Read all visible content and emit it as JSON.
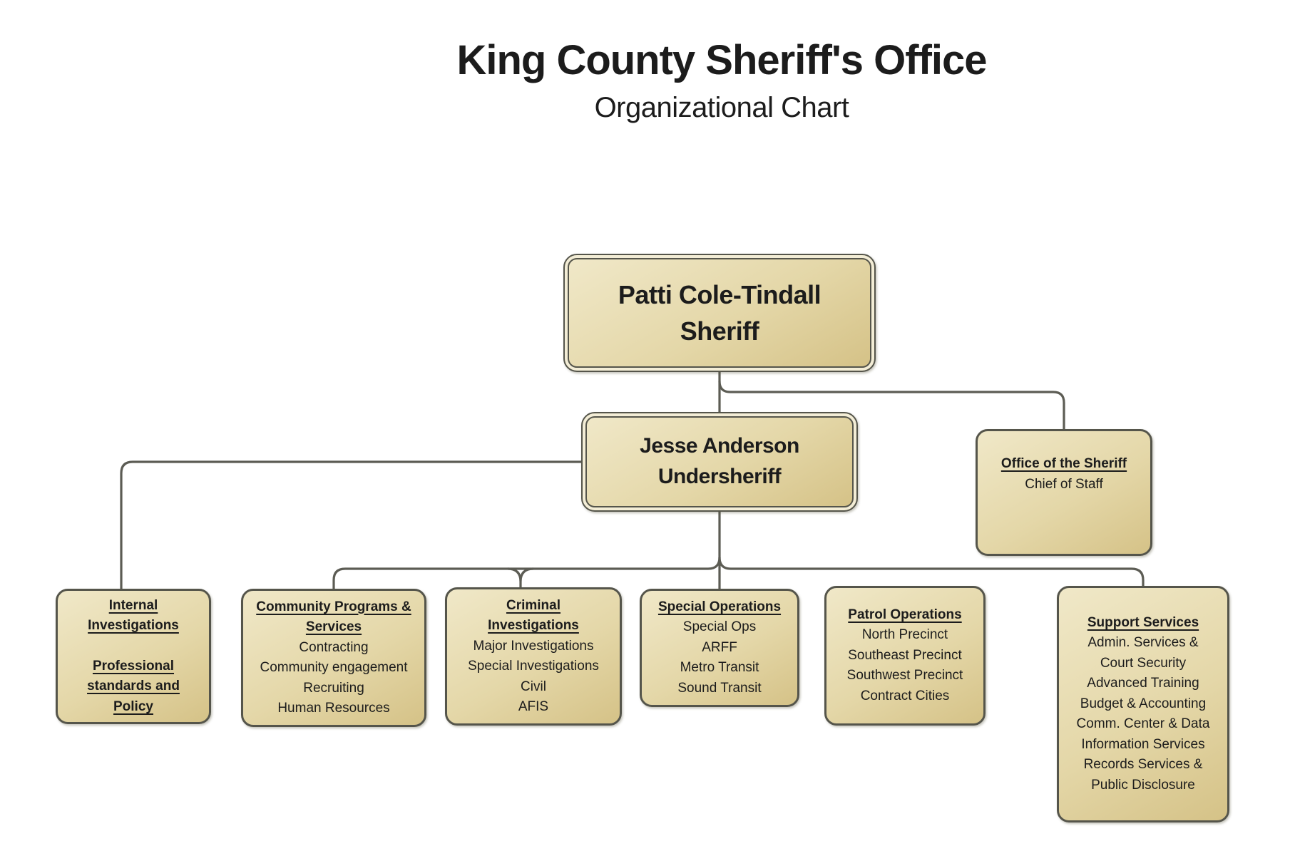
{
  "header": {
    "title": "King County Sheriff's Office",
    "subtitle": "Organizational Chart"
  },
  "colors": {
    "box_fill_light": "#f0e8c8",
    "box_fill_mid": "#e4d7a8",
    "box_fill_dark": "#d5c287",
    "box_border": "#55554b",
    "connector": "#5c5c54",
    "text": "#1c1c1c",
    "background": "#ffffff"
  },
  "nodes": {
    "sheriff": {
      "name": "Patti Cole-Tindall",
      "title": "Sheriff"
    },
    "undersheriff": {
      "name": "Jesse Anderson",
      "title": "Undersheriff"
    },
    "office_of_the_sheriff": {
      "title": "Office of the Sheriff",
      "subtitle": "Chief of Staff"
    },
    "internal_investigations": {
      "title": "Internal Investigations",
      "title2": "Professional standards and Policy"
    },
    "community_programs": {
      "title": "Community Programs & Services",
      "items": [
        "Contracting",
        "Community engagement",
        "Recruiting",
        "Human Resources"
      ]
    },
    "criminal_investigations": {
      "title": "Criminal Investigations",
      "items": [
        "Major Investigations",
        "Special Investigations",
        "Civil",
        "AFIS"
      ]
    },
    "special_operations": {
      "title": "Special Operations",
      "items": [
        "Special Ops",
        "ARFF",
        "Metro Transit",
        "Sound Transit"
      ]
    },
    "patrol_operations": {
      "title": "Patrol Operations",
      "items": [
        "North Precinct",
        "Southeast Precinct",
        "Southwest Precinct",
        "Contract Cities"
      ]
    },
    "support_services": {
      "title": "Support Services",
      "items": [
        "Admin. Services & Court Security",
        "Advanced Training",
        "Budget & Accounting",
        "Comm. Center & Data",
        "Information Services",
        "Records Services & Public Disclosure"
      ]
    }
  }
}
